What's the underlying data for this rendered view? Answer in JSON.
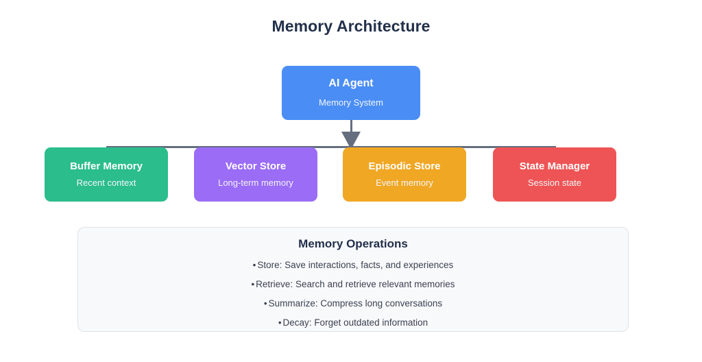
{
  "diagram": {
    "title": "Memory Architecture",
    "root": {
      "title": "AI Agent",
      "subtitle": "Memory System",
      "color": "#4a8df5"
    },
    "stores": [
      {
        "title": "Buffer Memory",
        "subtitle": "Recent context",
        "color": "#2bbd8c"
      },
      {
        "title": "Vector Store",
        "subtitle": "Long-term memory",
        "color": "#9b6cf5"
      },
      {
        "title": "Episodic Store",
        "subtitle": "Event memory",
        "color": "#f0a724"
      },
      {
        "title": "State Manager",
        "subtitle": "Session state",
        "color": "#ee5455"
      }
    ],
    "connector_color": "#646e7e"
  },
  "operations": {
    "heading": "Memory Operations",
    "bullet": "•",
    "items": [
      "Store: Save interactions, facts, and experiences",
      "Retrieve: Search and retrieve relevant memories",
      "Summarize: Compress long conversations",
      "Decay: Forget outdated information"
    ]
  }
}
